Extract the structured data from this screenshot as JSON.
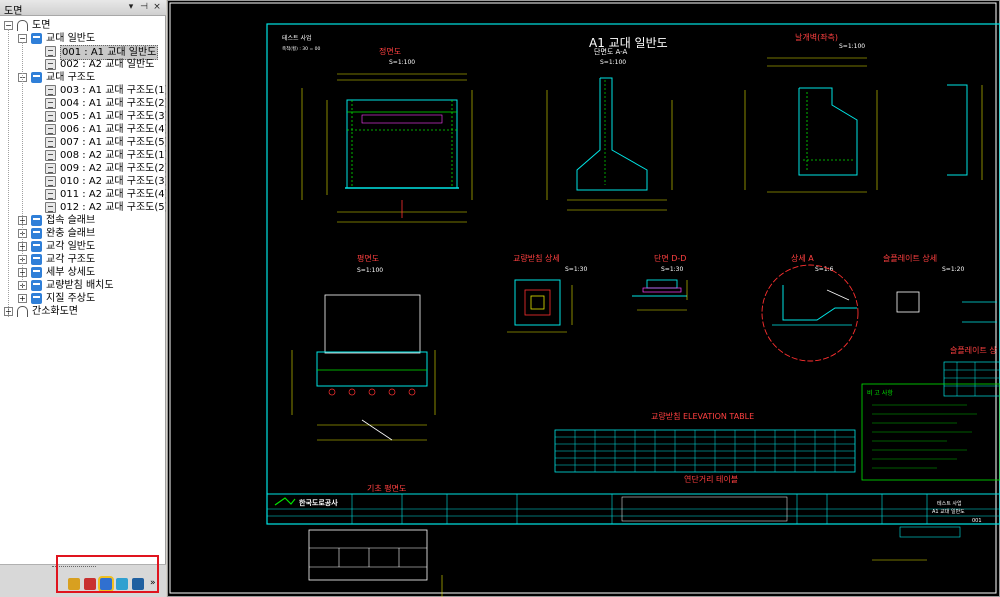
{
  "panel": {
    "title": "도면",
    "pin_glyph": "▾ ⊣ ×"
  },
  "tree": {
    "root": "도면",
    "group1": "교대 일반도",
    "g1_items": [
      "001 : A1 교대 일반도",
      "002 : A2 교대 일반도"
    ],
    "group2": "교대 구조도",
    "g2_items": [
      "003 : A1 교대 구조도(1)",
      "004 : A1 교대 구조도(2)",
      "005 : A1 교대 구조도(3)",
      "006 : A1 교대 구조도(4)",
      "007 : A1 교대 구조도(5)",
      "008 : A2 교대 구조도(1)",
      "009 : A2 교대 구조도(2)",
      "010 : A2 교대 구조도(3)",
      "011 : A2 교대 구조도(4)",
      "012 : A2 교대 구조도(5)"
    ],
    "collapsed_groups": [
      "접속 슬래브",
      "완충 슬래브",
      "교각 일반도",
      "교각 구조도",
      "세부 상세도",
      "교량받침 배치도",
      "지질 주상도"
    ],
    "root2": "간소화도면"
  },
  "drawing": {
    "sheet_title": "A1 교대 일반도",
    "sheet_subtitle": "테스트 사업",
    "sheet_scale_note": "축척(횡) : 30 = 00",
    "front_view": "정면도",
    "front_scale": "S=1:100",
    "section_aa": "단면도 A-A",
    "section_scale": "S=1:100",
    "wing_wall": "날개벽(좌측)",
    "wing_scale": "S=1:100",
    "plan_view": "평면도",
    "plan_scale": "S=1:100",
    "bearing_detail": "교량받침 상세",
    "bearing_scale": "S=1:30",
    "section_dd": "단면 D-D",
    "section_dd_scale": "S=1:30",
    "detail_a": "상세 A",
    "detail_a_scale": "S=1:6",
    "shoe_plate": "슬플레이트 상세",
    "shoe_scale": "S=1:20",
    "shoe_plate_table": "슬플레이트 상",
    "notes_title": "비 고 사항",
    "elev_table_title": "교량받침 ELEVATION TABLE",
    "distance_table_title": "연단거리 테이블",
    "foundation_plan": "기초 평면도",
    "company": "한국도로공사",
    "title_block_proj": "테스트 사업",
    "title_block_name": "A1 교대 일반도",
    "title_block_no": "001"
  },
  "colors": {
    "frame": "#00e5e5",
    "dim": "#e5e500",
    "section": "#00e500",
    "red": "#ff3030",
    "white": "#ffffff",
    "magenta": "#ff40ff"
  }
}
